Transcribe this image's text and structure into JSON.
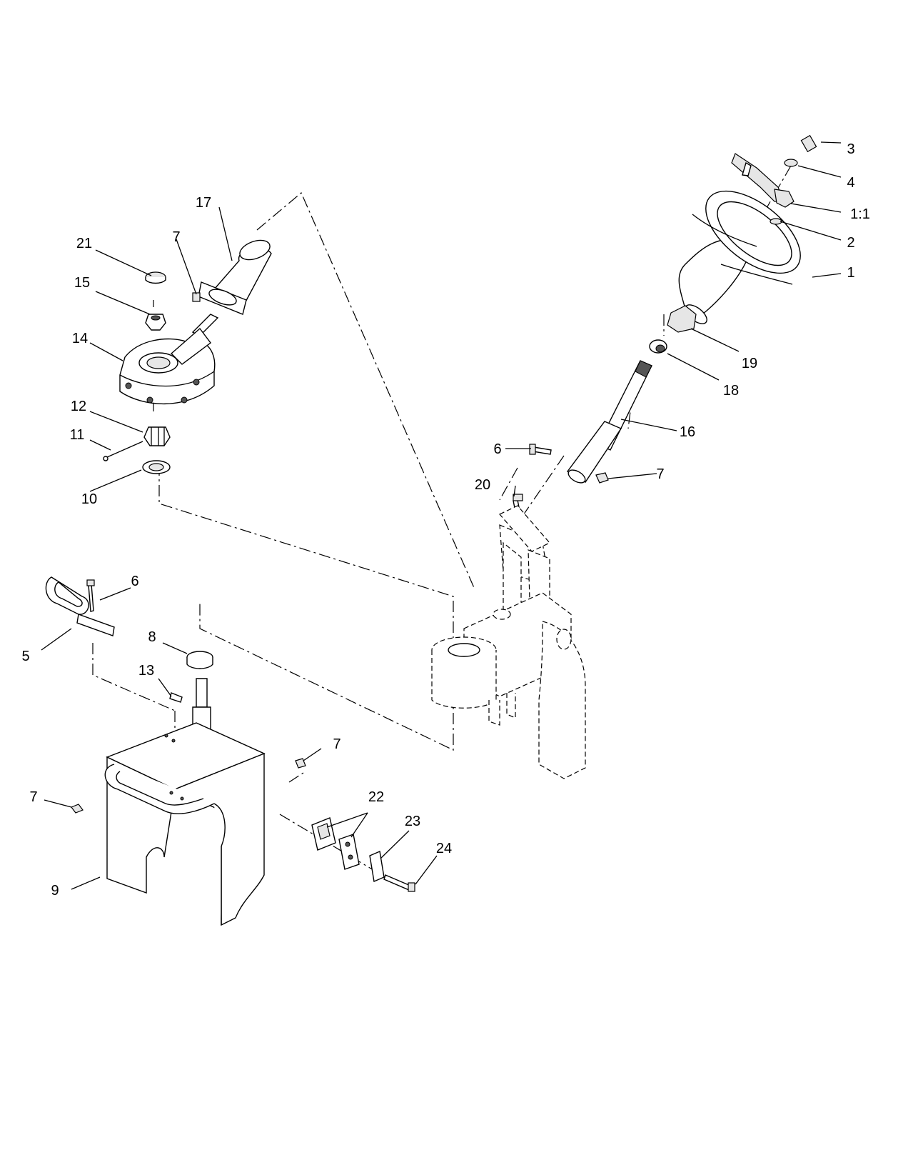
{
  "callouts": {
    "c1": "1",
    "c1_1": "1:1",
    "c2": "2",
    "c3": "3",
    "c4": "4",
    "c5": "5",
    "c6a": "6",
    "c6b": "6",
    "c7a": "7",
    "c7b": "7",
    "c7c": "7",
    "c7d": "7",
    "c8": "8",
    "c9": "9",
    "c10": "10",
    "c11": "11",
    "c12": "12",
    "c13": "13",
    "c14": "14",
    "c15": "15",
    "c16": "16",
    "c17": "17",
    "c18": "18",
    "c19": "19",
    "c20": "20",
    "c21": "21",
    "c22": "22",
    "c23": "23",
    "c24": "24"
  }
}
